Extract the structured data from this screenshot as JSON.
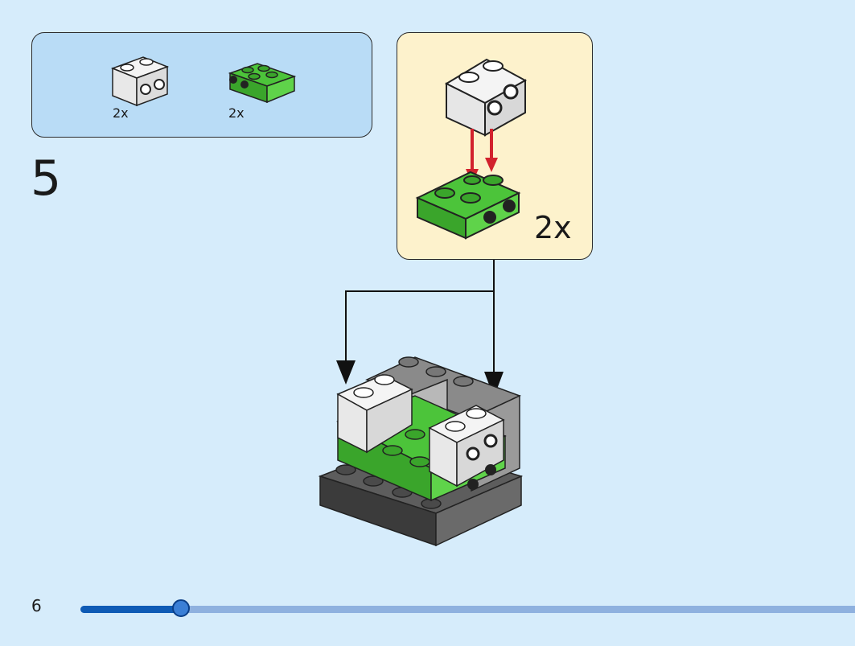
{
  "step": {
    "number": "5"
  },
  "parts_list": {
    "items": [
      {
        "name": "white-brick-1x2-side-studs-icon",
        "count": "2x",
        "color": "#ffffff"
      },
      {
        "name": "green-plate-2x2-side-studs-icon",
        "count": "2x",
        "color": "#4cc43a"
      }
    ]
  },
  "sub_assembly": {
    "multiplier": "2x"
  },
  "footer": {
    "page_number": "6",
    "progress": 0.13
  },
  "colors": {
    "background": "#d6ecfb",
    "parts_box": "#b9dcf6",
    "sub_box": "#fdf2cc",
    "arrow": "#d2222d",
    "progress_track": "#8fb1df",
    "progress_fill": "#0f5bb5"
  }
}
